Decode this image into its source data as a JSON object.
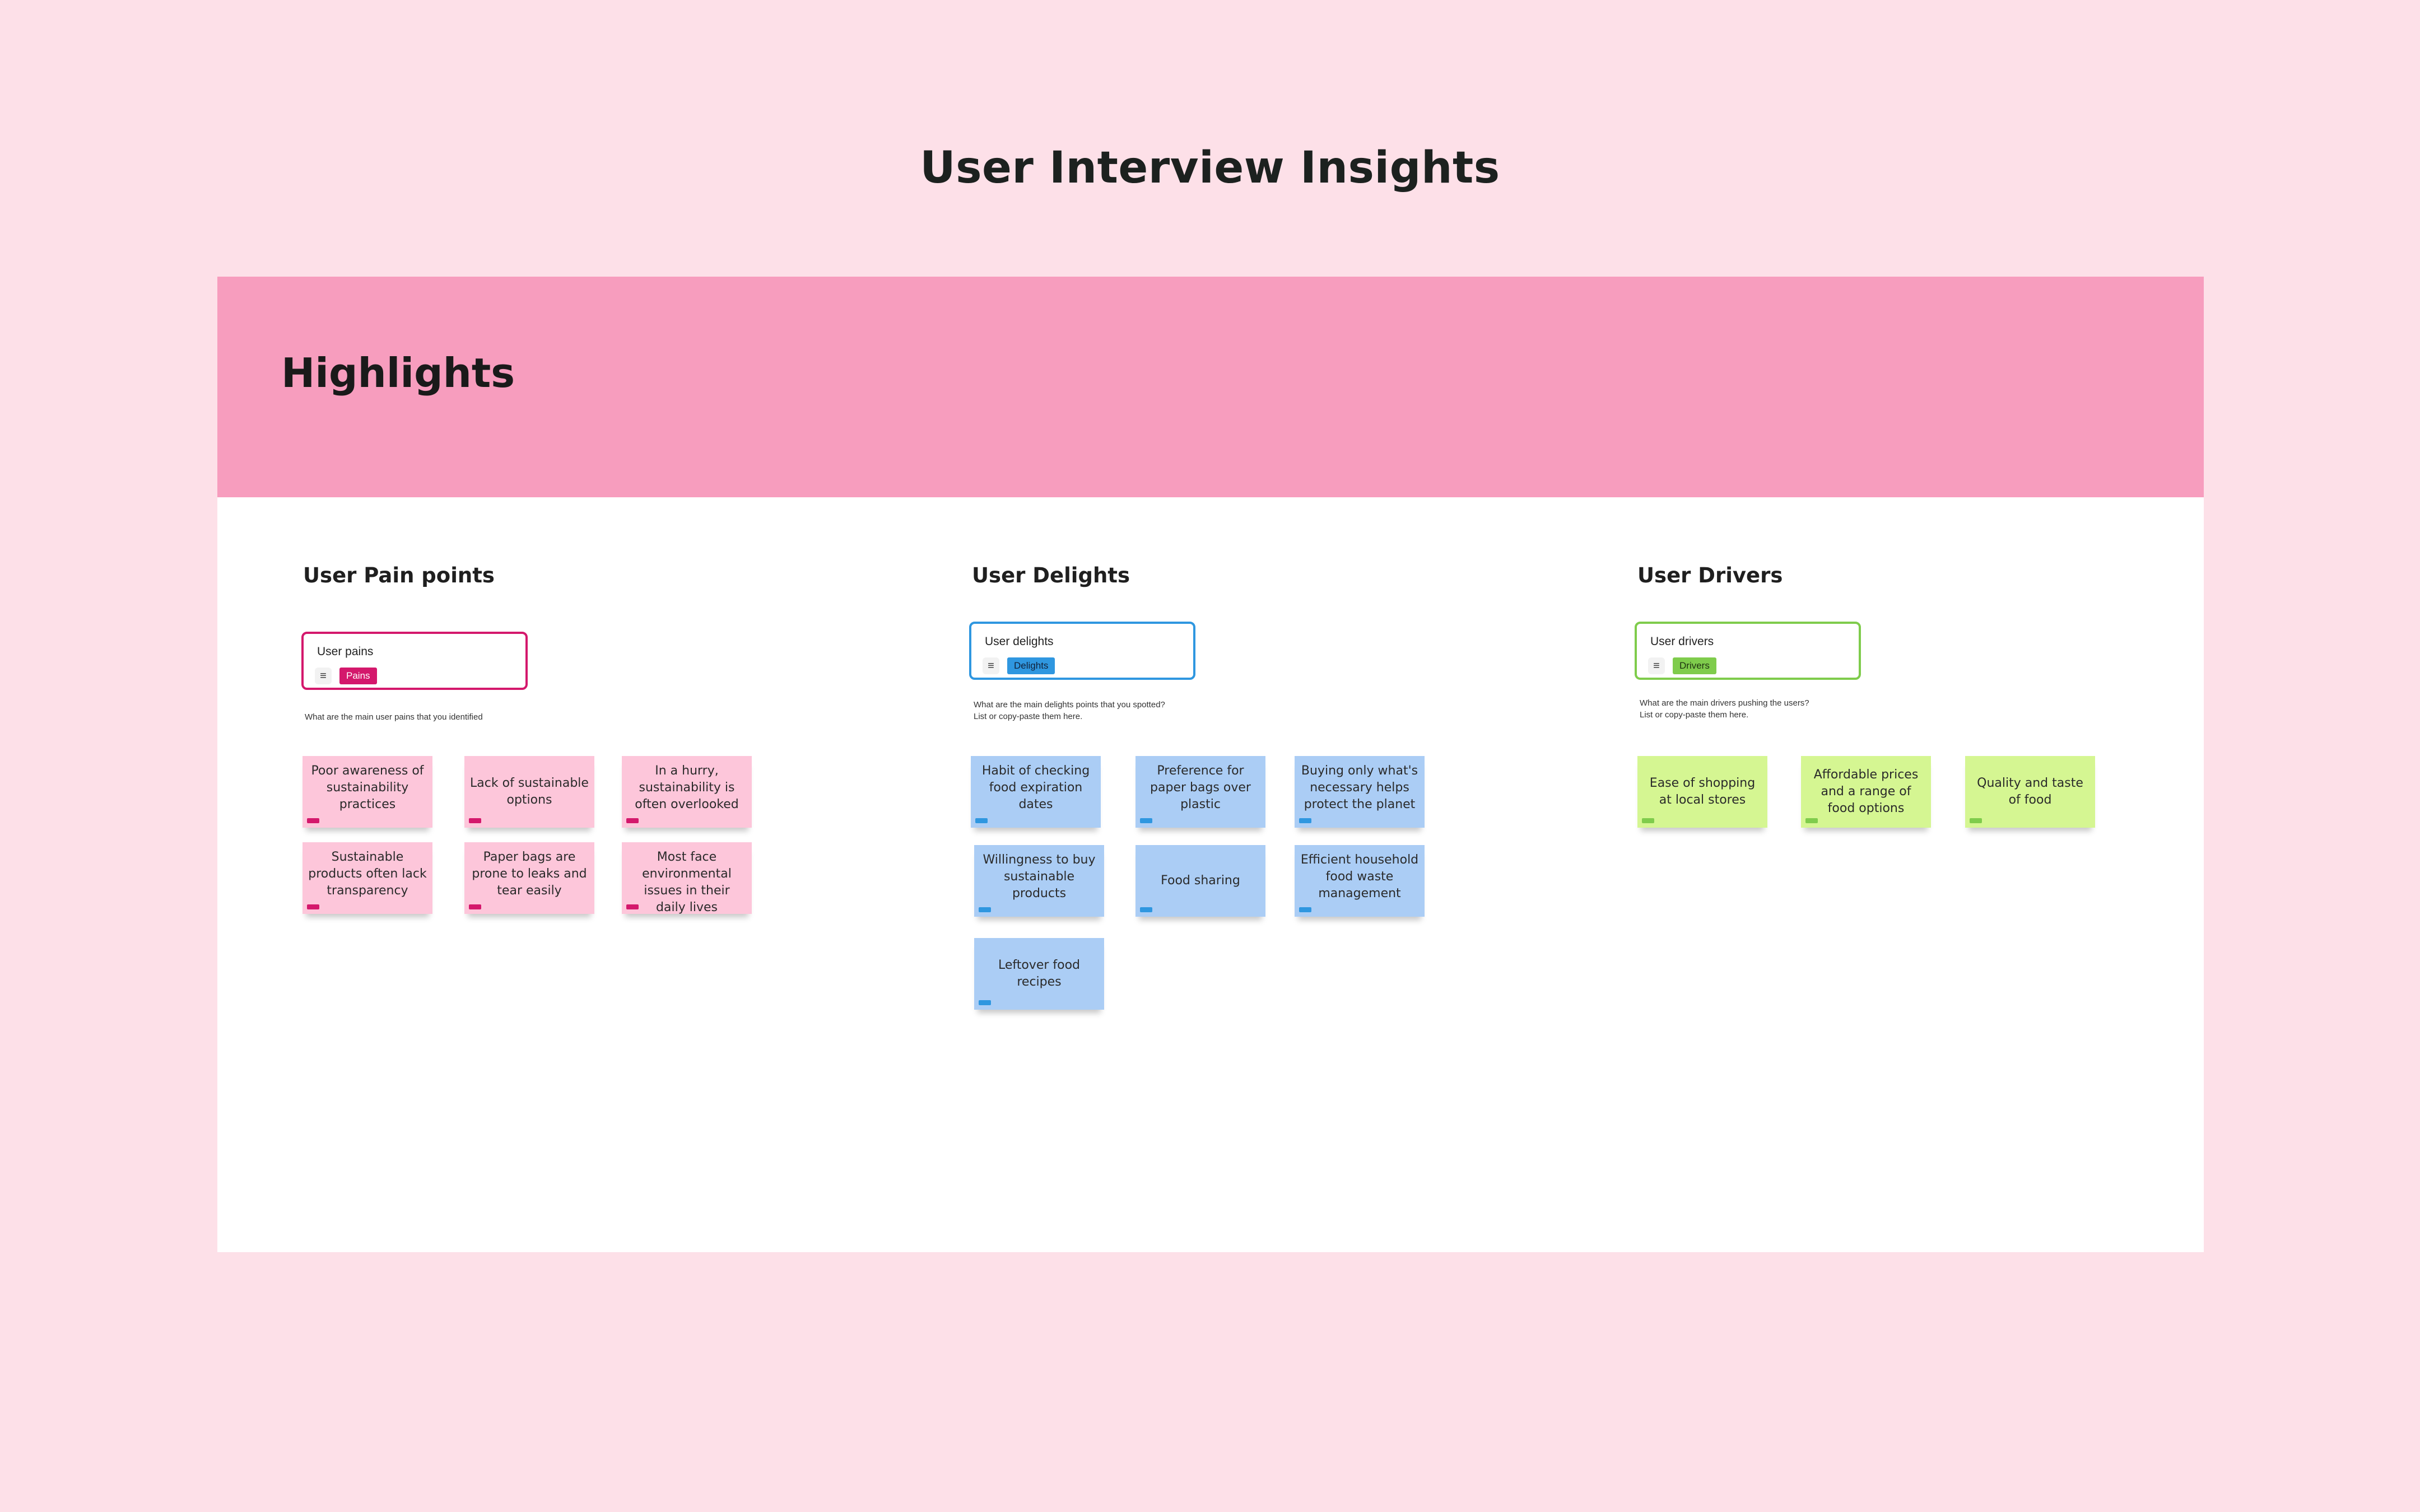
{
  "page": {
    "title": "User Interview Insights"
  },
  "banner": {
    "title": "Highlights"
  },
  "sections": {
    "pains": {
      "title": "User Pain points",
      "card": {
        "title": "User pains",
        "tag": "Pains",
        "color": "#d4186c"
      },
      "hint": [
        "What are the main user pains that you identified"
      ],
      "notes": [
        "Poor awareness of sustainability practices",
        "Lack of sustainable options",
        "In a hurry, sustainability is often overlooked",
        "Sustainable products often lack transparency",
        "Paper bags are prone to leaks and tear easily",
        "Most face environmental issues in their daily lives"
      ],
      "note_color": "#fdc6da"
    },
    "delights": {
      "title": "User Delights",
      "card": {
        "title": "User delights",
        "tag": "Delights",
        "color": "#2f97e0"
      },
      "hint": [
        "What are the main delights points that you spotted?",
        "List or copy-paste them here."
      ],
      "notes": [
        "Habit of checking food expiration dates",
        "Preference for paper bags over plastic",
        "Buying only what's necessary helps protect the planet",
        "Willingness to buy sustainable products",
        "Food sharing",
        "Efficient household food waste management",
        "Leftover food recipes"
      ],
      "note_color": "#abcdf5"
    },
    "drivers": {
      "title": "User Drivers",
      "card": {
        "title": "User drivers",
        "tag": "Drivers",
        "color": "#7fcc4c"
      },
      "hint": [
        "What are the main drivers pushing the users?",
        "List or copy-paste them here."
      ],
      "notes": [
        "Ease of shopping at local stores",
        "Affordable prices and a range of food options",
        "Quality and taste of food"
      ],
      "note_color": "#d5f692"
    }
  }
}
